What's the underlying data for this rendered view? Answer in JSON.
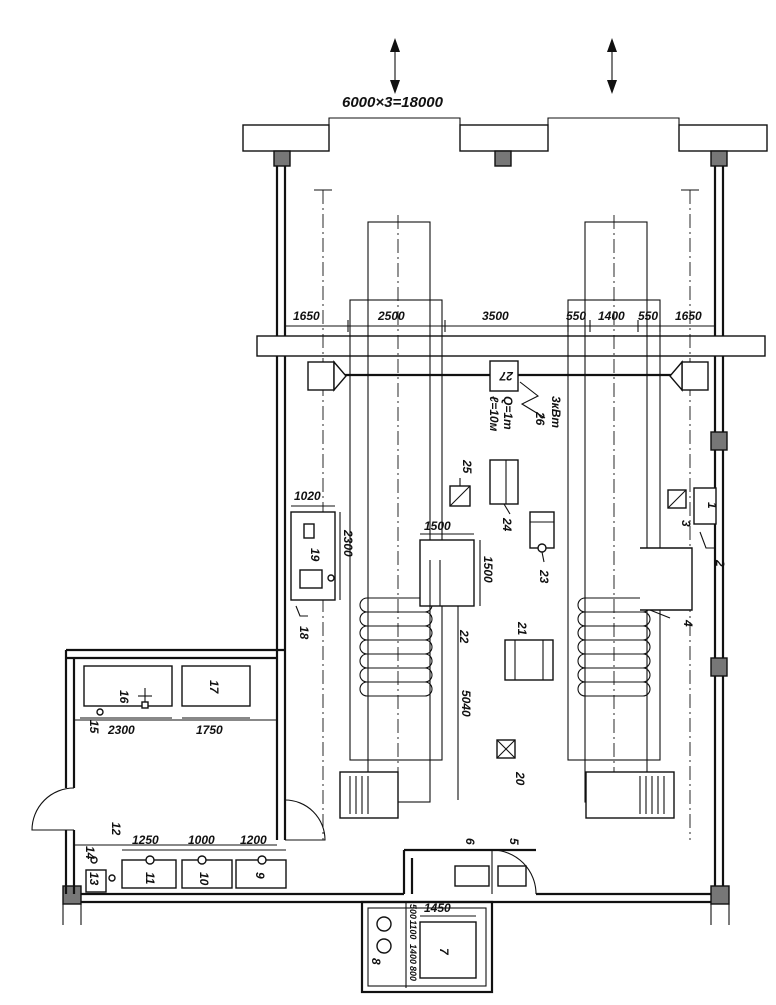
{
  "title": "6000×3=18000",
  "dimensions": {
    "top": [
      "1650",
      "2500",
      "3500",
      "550",
      "1400",
      "550",
      "1650"
    ],
    "panel_19_w": "1020",
    "panel_19_h": "2300",
    "unit_22_w": "1500",
    "unit_22_h": "1500",
    "unit_22_len": "5040",
    "room_top": [
      "2300",
      "1750"
    ],
    "room_mid": [
      "1250",
      "1000",
      "1200"
    ],
    "unit_7_w": "1450",
    "unit_7_h": [
      "500",
      "1100",
      "1400",
      "800"
    ]
  },
  "crane": {
    "capacity": "Q=1т",
    "span": "ℓ=10м",
    "power": "3кВт"
  },
  "labels": [
    "1",
    "2",
    "3",
    "4",
    "5",
    "6",
    "7",
    "8",
    "9",
    "10",
    "11",
    "12",
    "13",
    "14",
    "15",
    "16",
    "17",
    "18",
    "19",
    "20",
    "21",
    "22",
    "23",
    "24",
    "25",
    "26",
    "27"
  ]
}
